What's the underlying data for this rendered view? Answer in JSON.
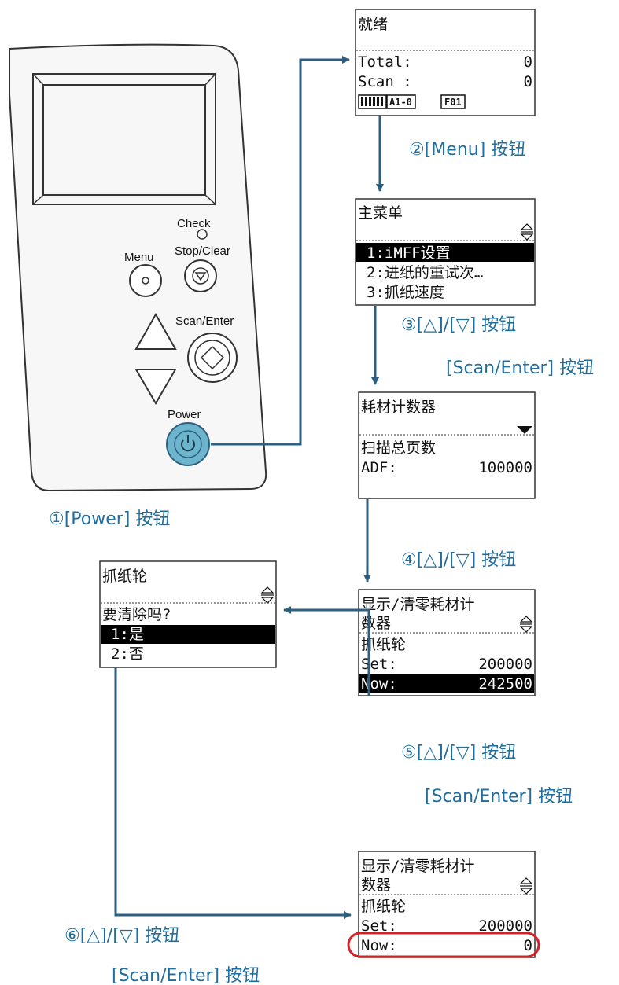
{
  "panel": {
    "check_label": "Check",
    "menu_label": "Menu",
    "stop_label": "Stop/Clear",
    "scan_label": "Scan/Enter",
    "power_label": "Power"
  },
  "screens": {
    "ready": {
      "title": "就绪",
      "total_label": "Total:",
      "total_value": "0",
      "scan_label": "Scan :",
      "scan_value": "0",
      "status_a": "A1-0",
      "status_f": "F01"
    },
    "main_menu": {
      "title": "主菜单",
      "item1": "1:iMFF设置",
      "item2": "2:进纸的重试次…",
      "item3": "3:抓纸速度"
    },
    "counter": {
      "title": "耗材计数器",
      "item": "扫描总页数",
      "adf_label": "ADF:",
      "adf_value": "100000"
    },
    "display_clear": {
      "title1": "显示/清零耗材计",
      "title2": "数器",
      "item": "抓纸轮",
      "set_label": "Set:",
      "set_value": "200000",
      "now_label": "Now:",
      "now_value": "242500"
    },
    "confirm": {
      "title": "抓纸轮",
      "question": "要清除吗?",
      "yes": "1:是",
      "no": "2:否"
    },
    "result": {
      "title1": "显示/清零耗材计",
      "title2": "数器",
      "item": "抓纸轮",
      "set_label": "Set:",
      "set_value": "200000",
      "now_label": "Now:",
      "now_value": "0"
    }
  },
  "captions": {
    "step1": "①[Power] 按钮",
    "step2": "②[Menu] 按钮",
    "step3a": "③[△]/[▽] 按钮",
    "step3b": "[Scan/Enter] 按钮",
    "step4": "④[△]/[▽] 按钮",
    "step5a": "⑤[△]/[▽] 按钮",
    "step5b": "[Scan/Enter] 按钮",
    "step6a": "⑥[△]/[▽] 按钮",
    "step6b": "[Scan/Enter] 按钮"
  },
  "colors": {
    "arrow": "#2d5f80",
    "caption": "#1f6e9e",
    "highlight": "#d42027",
    "power_button": "#6cb5cc"
  }
}
